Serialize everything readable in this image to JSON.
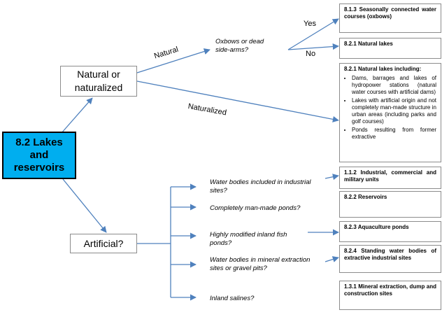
{
  "root": {
    "label_line1": "8.2 Lakes",
    "label_line2": "and",
    "label_line3": "reservoirs"
  },
  "natural_node": {
    "label_line1": "Natural or",
    "label_line2": "naturalized"
  },
  "artificial_node": {
    "label": "Artificial?"
  },
  "edge_labels": {
    "natural": "Natural",
    "naturalized": "Naturalized",
    "yes": "Yes",
    "no": "No"
  },
  "questions": {
    "oxbows_line1": "Oxbows or dead",
    "oxbows_line2": "side-arms?",
    "industrial_line1": "Water bodies included in industrial",
    "industrial_line2": "sites?",
    "manmade": "Completely man-made ponds?",
    "fish_line1": "Highly modified inland fish",
    "fish_line2": "ponds?",
    "mineral_line1": "Water bodies in mineral extraction",
    "mineral_line2": "sites or gravel pits?",
    "salines": "Inland salines?"
  },
  "outcomes": {
    "oxbows": "8.1.3 Seasonally connected water courses (oxbows)",
    "natural_lakes": "8.2.1 Natural lakes",
    "natural_incl_title": "8.2.1 Natural lakes including:",
    "natural_incl_items": [
      "Dams, barrages and lakes of hydropower stations (natural water courses with artificial dams)",
      "Lakes with artificial origin and not completely man-made structure in urban areas (including parks and golf courses)",
      "Ponds resulting from former extractive"
    ],
    "industrial": "1.1.2 Industrial, commercial and military units",
    "reservoirs": "8.2.2 Reservoirs",
    "aquaculture": "8.2.3 Aquaculture ponds",
    "standing": "8.2.4 Standing water bodies of extractive industrial sites",
    "mineral": "1.3.1 Mineral extraction, dump and construction sites"
  },
  "colors": {
    "root_fill": "#00aeef",
    "connector": "#4f81bd",
    "box_border": "#8c8c8c"
  }
}
